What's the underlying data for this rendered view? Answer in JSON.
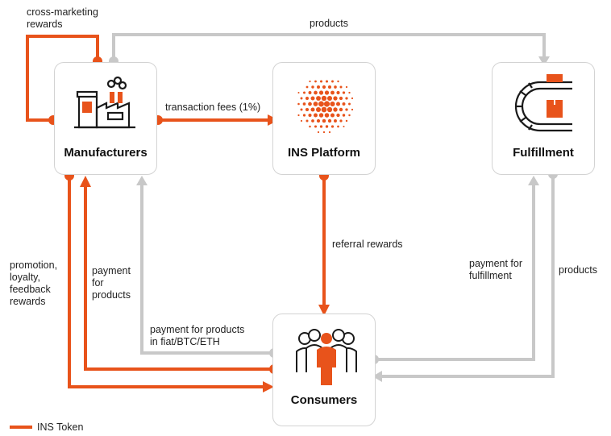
{
  "nodes": {
    "manufacturers": "Manufacturers",
    "platform": "INS Platform",
    "fulfillment": "Fulfillment",
    "consumers": "Consumers"
  },
  "edges": {
    "cross_marketing": "cross-marketing\nrewards",
    "products_top": "products",
    "transaction_fees": "transaction fees (1%)",
    "referral_rewards": "referral rewards",
    "promotion": "promotion,\nloyalty,\nfeedback\nrewards",
    "payment_for_products": "payment\nfor\nproducts",
    "payment_fiat": "payment for products\nin fiat/BTC/ETH",
    "payment_fulfillment": "payment for\nfulfillment",
    "products_right": "products"
  },
  "legend": {
    "token_label": "INS Token"
  },
  "colors": {
    "token": "#e8531b",
    "fiat": "#c8c8c8"
  }
}
